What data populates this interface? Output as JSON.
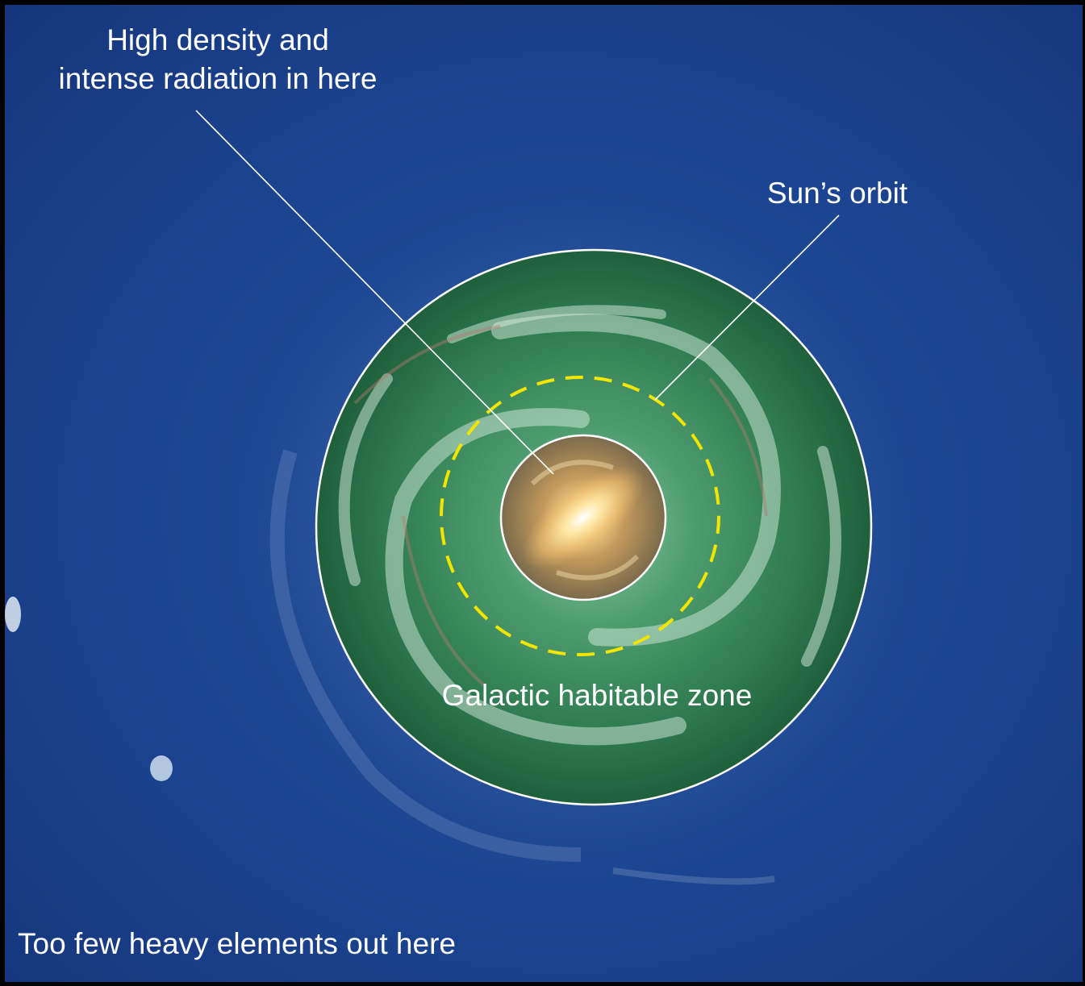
{
  "labels": {
    "core_line1": "High density and",
    "core_line2": "intense radiation in here",
    "sun_orbit": "Sun’s orbit",
    "habitable_zone": "Galactic habitable zone",
    "outer": "Too few heavy elements out here"
  },
  "colors": {
    "background": "#1a3d86",
    "frame": "#000000",
    "habitable_zone": "#2e7d4f",
    "core": "#c8a060",
    "orbit": "#f2e600",
    "outline": "#ffffff"
  }
}
